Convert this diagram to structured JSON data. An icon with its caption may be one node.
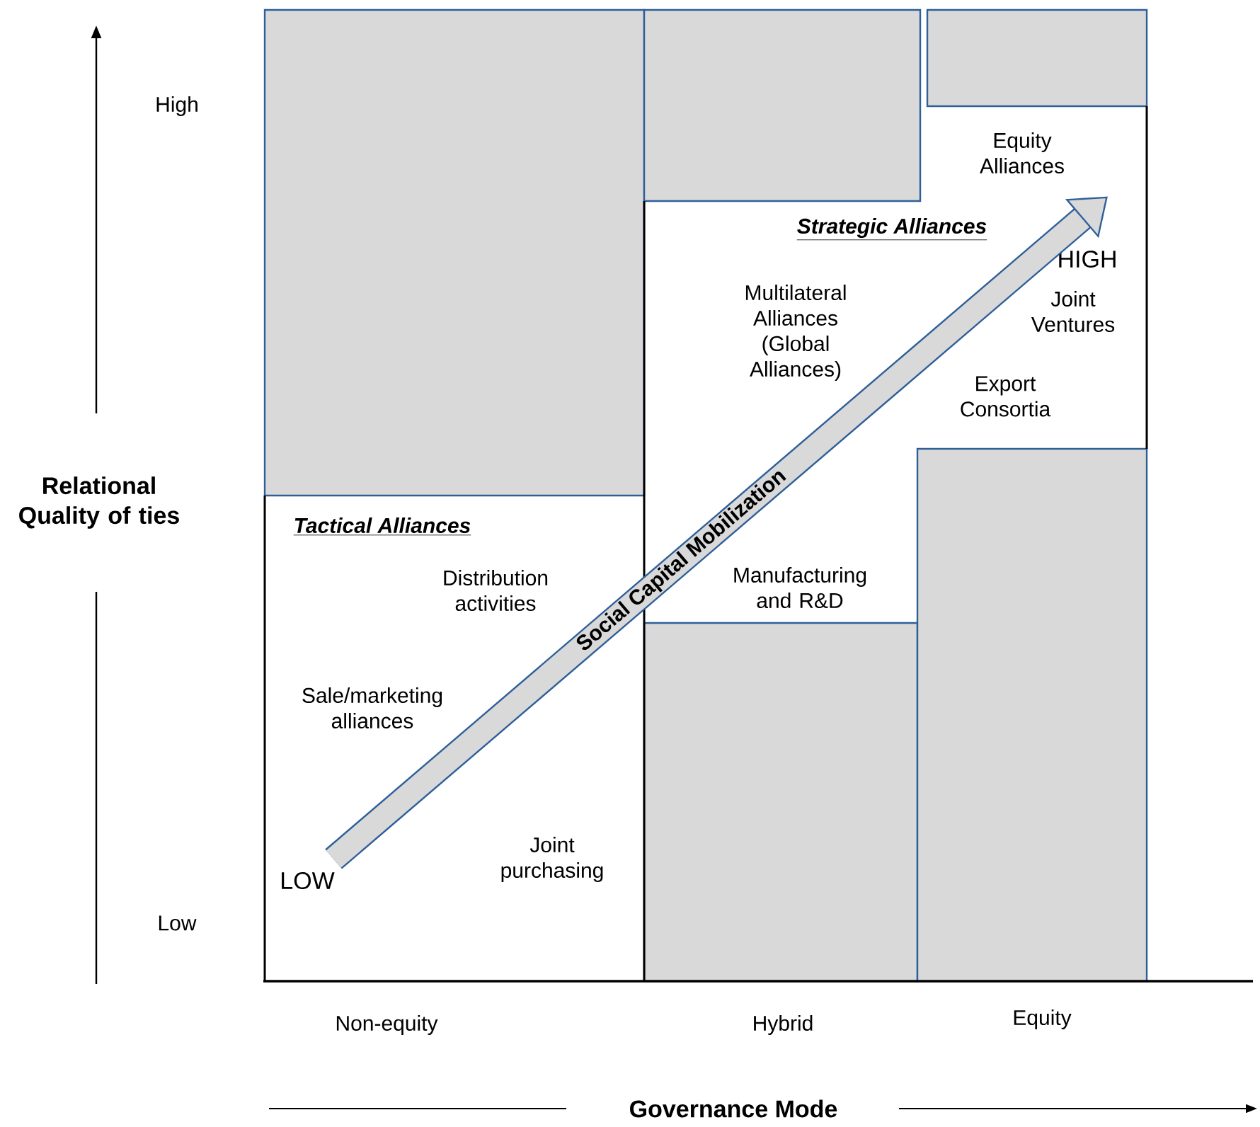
{
  "diagram": {
    "nodes": [
      {
        "text": [
          "LOW"
        ]
      },
      {
        "text": [
          "HIGH"
        ]
      },
      {
        "text": [],
        "shape": "box"
      },
      {
        "text": [],
        "shape": "box"
      },
      {
        "text": [],
        "shape": "box"
      },
      {
        "text": [],
        "shape": "box"
      },
      {
        "text": [],
        "shape": "box"
      }
    ],
    "edges": [
      {
        "from": 0,
        "to": 1,
        "arrow": "to",
        "label": "Social Capital Mobilization"
      }
    ],
    "labels": [
      "High",
      "Equity Alliances",
      "Strategic Alliances",
      "Multilateral Alliances (Global Alliances)",
      "Joint Ventures",
      "Export Consortia",
      "Relational Quality of ties",
      "Tactical Alliances",
      "Distribution activities",
      "Manufacturing and R&D",
      "Sale/marketing alliances",
      "Joint purchasing",
      "Low",
      "Non-equity",
      "Hybrid",
      "Equity",
      "Governance Mode"
    ]
  }
}
